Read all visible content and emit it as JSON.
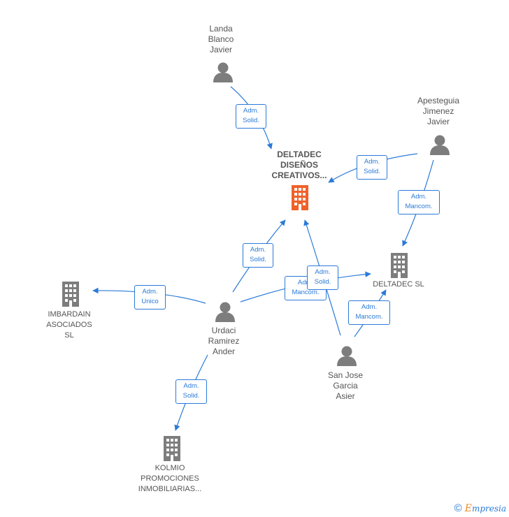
{
  "colors": {
    "accent": "#2a7ad8",
    "main_company": "#f0612a",
    "company": "#7d7d7d",
    "person": "#7d7d7d"
  },
  "nodes": {
    "main": {
      "label": "DELTADEC\nDISEÑOS\nCREATIVOS...",
      "icon": "building-icon"
    },
    "landa": {
      "label": "Landa\nBlanco\nJavier",
      "icon": "person-icon"
    },
    "apesteguia": {
      "label": "Apesteguia\nJimenez\nJavier",
      "icon": "person-icon"
    },
    "deltadec_sl": {
      "label": "DELTADEC  SL",
      "icon": "building-icon"
    },
    "imbardain": {
      "label": "IMBARDAIN\nASOCIADOS\nSL",
      "icon": "building-icon"
    },
    "urdaci": {
      "label": "Urdaci\nRamirez\nAnder",
      "icon": "person-icon"
    },
    "sanjose": {
      "label": "San Jose\nGarcia\nAsier",
      "icon": "person-icon"
    },
    "kolmio": {
      "label": "KOLMIO\nPROMOCIONES\nINMOBILIARIAS...",
      "icon": "building-icon"
    }
  },
  "edges": {
    "landa_main": "Adm.\nSolid.",
    "apesteguia_main": "Adm.\nSolid.",
    "apesteguia_deltadec": "Adm.\nMancom.",
    "urdaci_main": "Adm.\nSolid.",
    "urdaci_imbardain": "Adm.\nUnico",
    "urdaci_deltadec": "Adm.\nMancom.",
    "sanjose_main": "Adm.\nSolid.",
    "sanjose_deltadec": "Adm.\nMancom.",
    "urdaci_kolmio": "Adm.\nSolid."
  },
  "footer": {
    "copyright_symbol": "©",
    "brand_first": "E",
    "brand_rest": "mpresia"
  }
}
